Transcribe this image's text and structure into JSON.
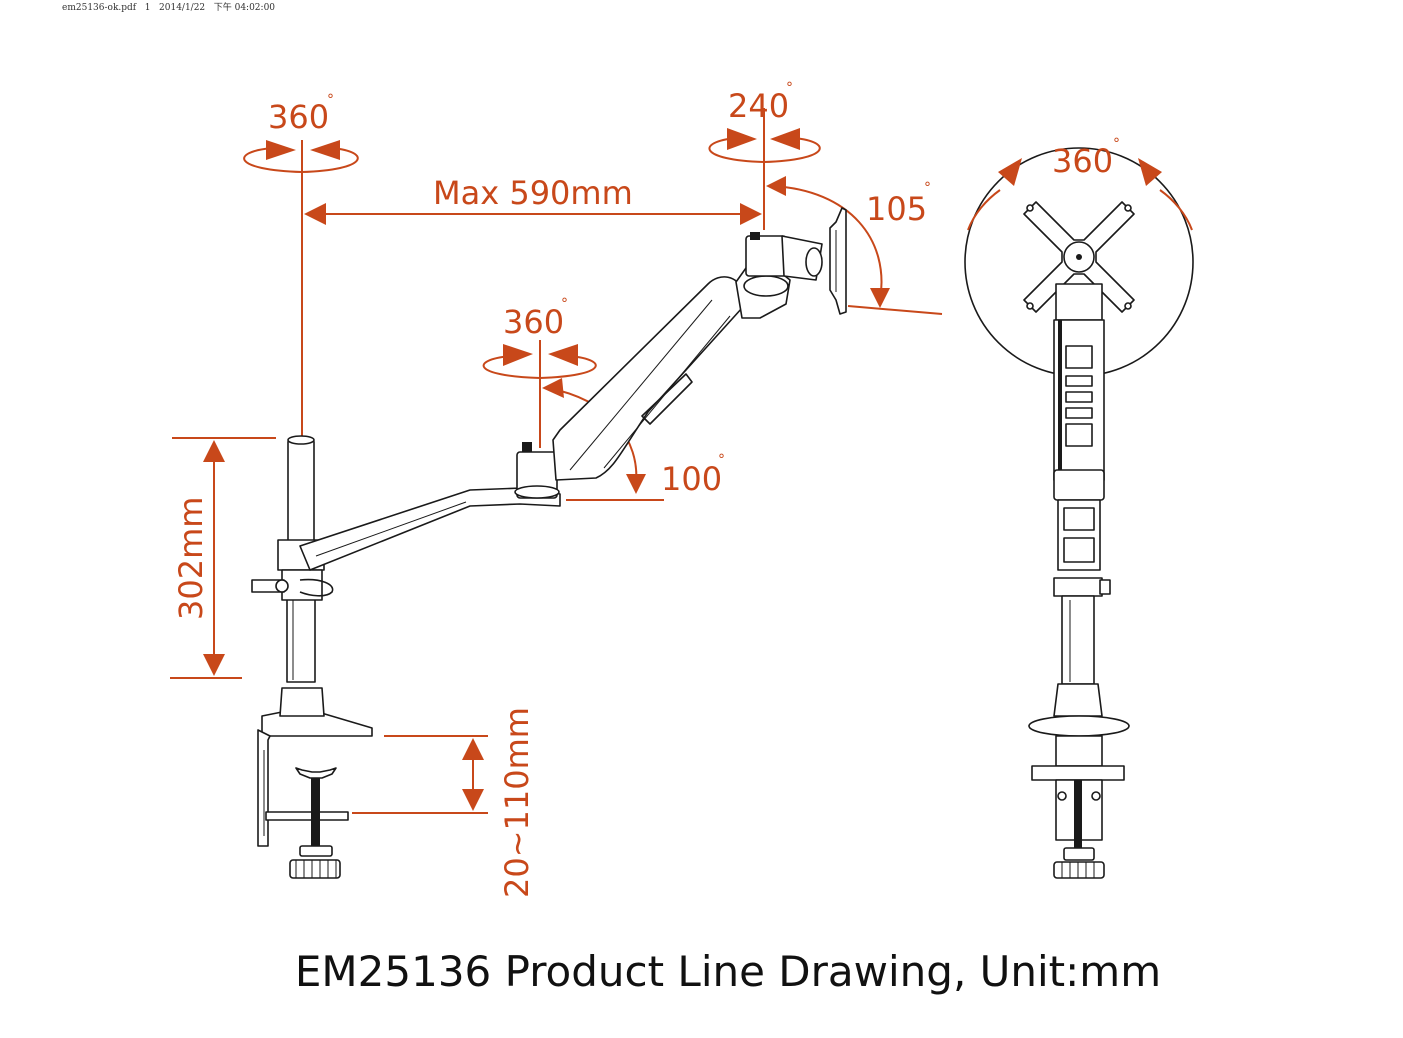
{
  "header": {
    "file_line": "em25136-ok.pdf   1   2014/1/22   下午 04:02:00"
  },
  "dimensions": {
    "pole_rotation": "360",
    "arm_rotation": "360",
    "head_rotation": "240",
    "tilt_angle": "105",
    "lift_angle": "100",
    "screen_rotation": "360",
    "max_reach": "Max 590mm",
    "pole_height": "302mm",
    "clamp_range": "20~110mm",
    "degree_symbol": "°"
  },
  "caption": "EM25136 Product Line Drawing, Unit:mm",
  "colors": {
    "dimension": "#c8481a",
    "line": "#1a1a1a",
    "background": "#ffffff"
  }
}
